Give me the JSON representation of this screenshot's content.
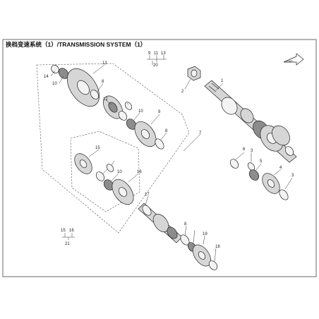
{
  "title": "换档变速系统（1）/TRANSMISSION SYSTEM（1）",
  "callouts": {
    "c1": "1",
    "c2": "2",
    "c3a": "3",
    "c3b": "3",
    "c4": "4",
    "c5": "5",
    "c6": "6",
    "c7": "7",
    "c8a": "8",
    "c8b": "8",
    "c8c": "8",
    "c9a": "9",
    "c9b": "9",
    "c10a": "10",
    "c10b": "10",
    "c10c": "10",
    "c11": "11",
    "c12": "12",
    "c13a": "13",
    "c13b": "13",
    "c14": "14",
    "c15a": "15",
    "c15b": "15",
    "c16a": "16",
    "c16b": "16",
    "c17": "17",
    "c18": "18",
    "c19": "19",
    "c20": "20",
    "c21": "21"
  },
  "icons": {
    "direction": "fwd-arrow-icon"
  },
  "colors": {
    "line": "#222222",
    "part_fill": "#d6d6d6",
    "dark_fill": "#8c8c8c"
  }
}
